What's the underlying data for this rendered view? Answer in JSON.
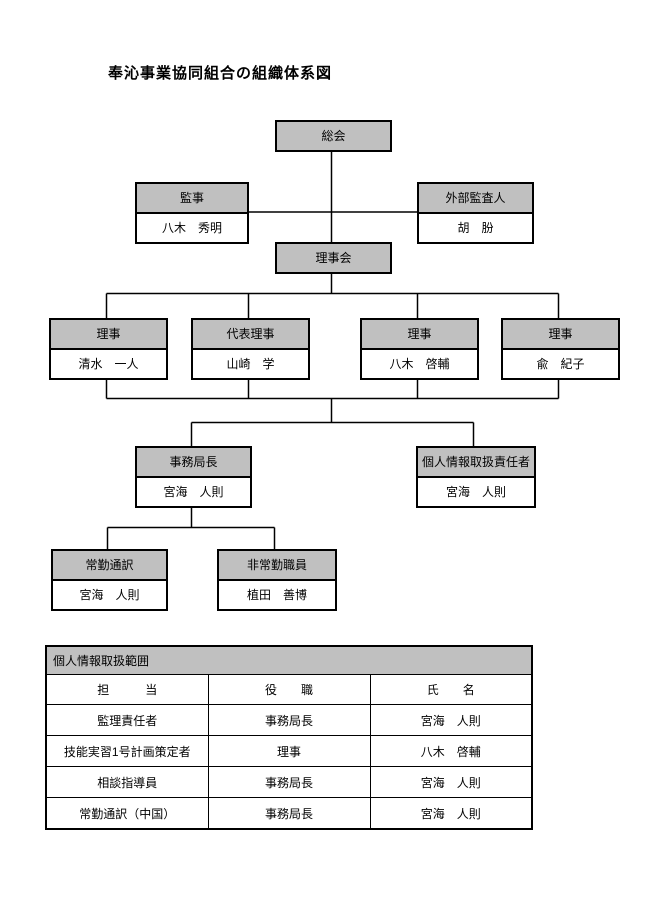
{
  "page": {
    "title": "奉沁事業協同組合の組織体系図"
  },
  "org_chart": {
    "nodes": [
      {
        "id": "soukai",
        "label": "総会",
        "name": ""
      },
      {
        "id": "kanji",
        "label": "監事",
        "name": "八木　秀明"
      },
      {
        "id": "gaibu-kansanin",
        "label": "外部監査人",
        "name": "胡　朌"
      },
      {
        "id": "rijikai",
        "label": "理事会",
        "name": ""
      },
      {
        "id": "riji-1",
        "label": "理事",
        "name": "清水　一人"
      },
      {
        "id": "daihyo-riji",
        "label": "代表理事",
        "name": "山崎　学"
      },
      {
        "id": "riji-2",
        "label": "理事",
        "name": "八木　啓輔"
      },
      {
        "id": "riji-3",
        "label": "理事",
        "name": "兪　紀子"
      },
      {
        "id": "jimukyokucho",
        "label": "事務局長",
        "name": "宮海　人則"
      },
      {
        "id": "kojin-joho",
        "label": "個人情報取扱責任者",
        "name": "宮海　人則"
      },
      {
        "id": "jokin-tsuyaku",
        "label": "常勤通訳",
        "name": "宮海　人則"
      },
      {
        "id": "hijokin",
        "label": "非常勤職員",
        "name": "植田　善博"
      }
    ],
    "edges": [
      [
        "soukai",
        "kanji"
      ],
      [
        "soukai",
        "gaibu-kansanin"
      ],
      [
        "soukai",
        "rijikai"
      ],
      [
        "rijikai",
        "riji-1"
      ],
      [
        "rijikai",
        "daihyo-riji"
      ],
      [
        "rijikai",
        "riji-2"
      ],
      [
        "rijikai",
        "riji-3"
      ],
      [
        "rijikai",
        "jimukyokucho"
      ],
      [
        "rijikai",
        "kojin-joho"
      ],
      [
        "jimukyokucho",
        "jokin-tsuyaku"
      ],
      [
        "jimukyokucho",
        "hijokin"
      ]
    ]
  },
  "scope_table": {
    "title": "個人情報取扱範囲",
    "headers": [
      "担　　　当",
      "役　　職",
      "氏　　名"
    ],
    "rows": [
      [
        "監理責任者",
        "事務局長",
        "宮海　人則"
      ],
      [
        "技能実習1号計画策定者",
        "理事",
        "八木　啓輔"
      ],
      [
        "相談指導員",
        "事務局長",
        "宮海　人則"
      ],
      [
        "常勤通訳（中国）",
        "事務局長",
        "宮海　人則"
      ]
    ]
  },
  "colors": {
    "node_header_bg": "#c0c0c0",
    "node_body_bg": "#ffffff",
    "border": "#000000",
    "page_bg": "#ffffff",
    "text": "#000000"
  }
}
